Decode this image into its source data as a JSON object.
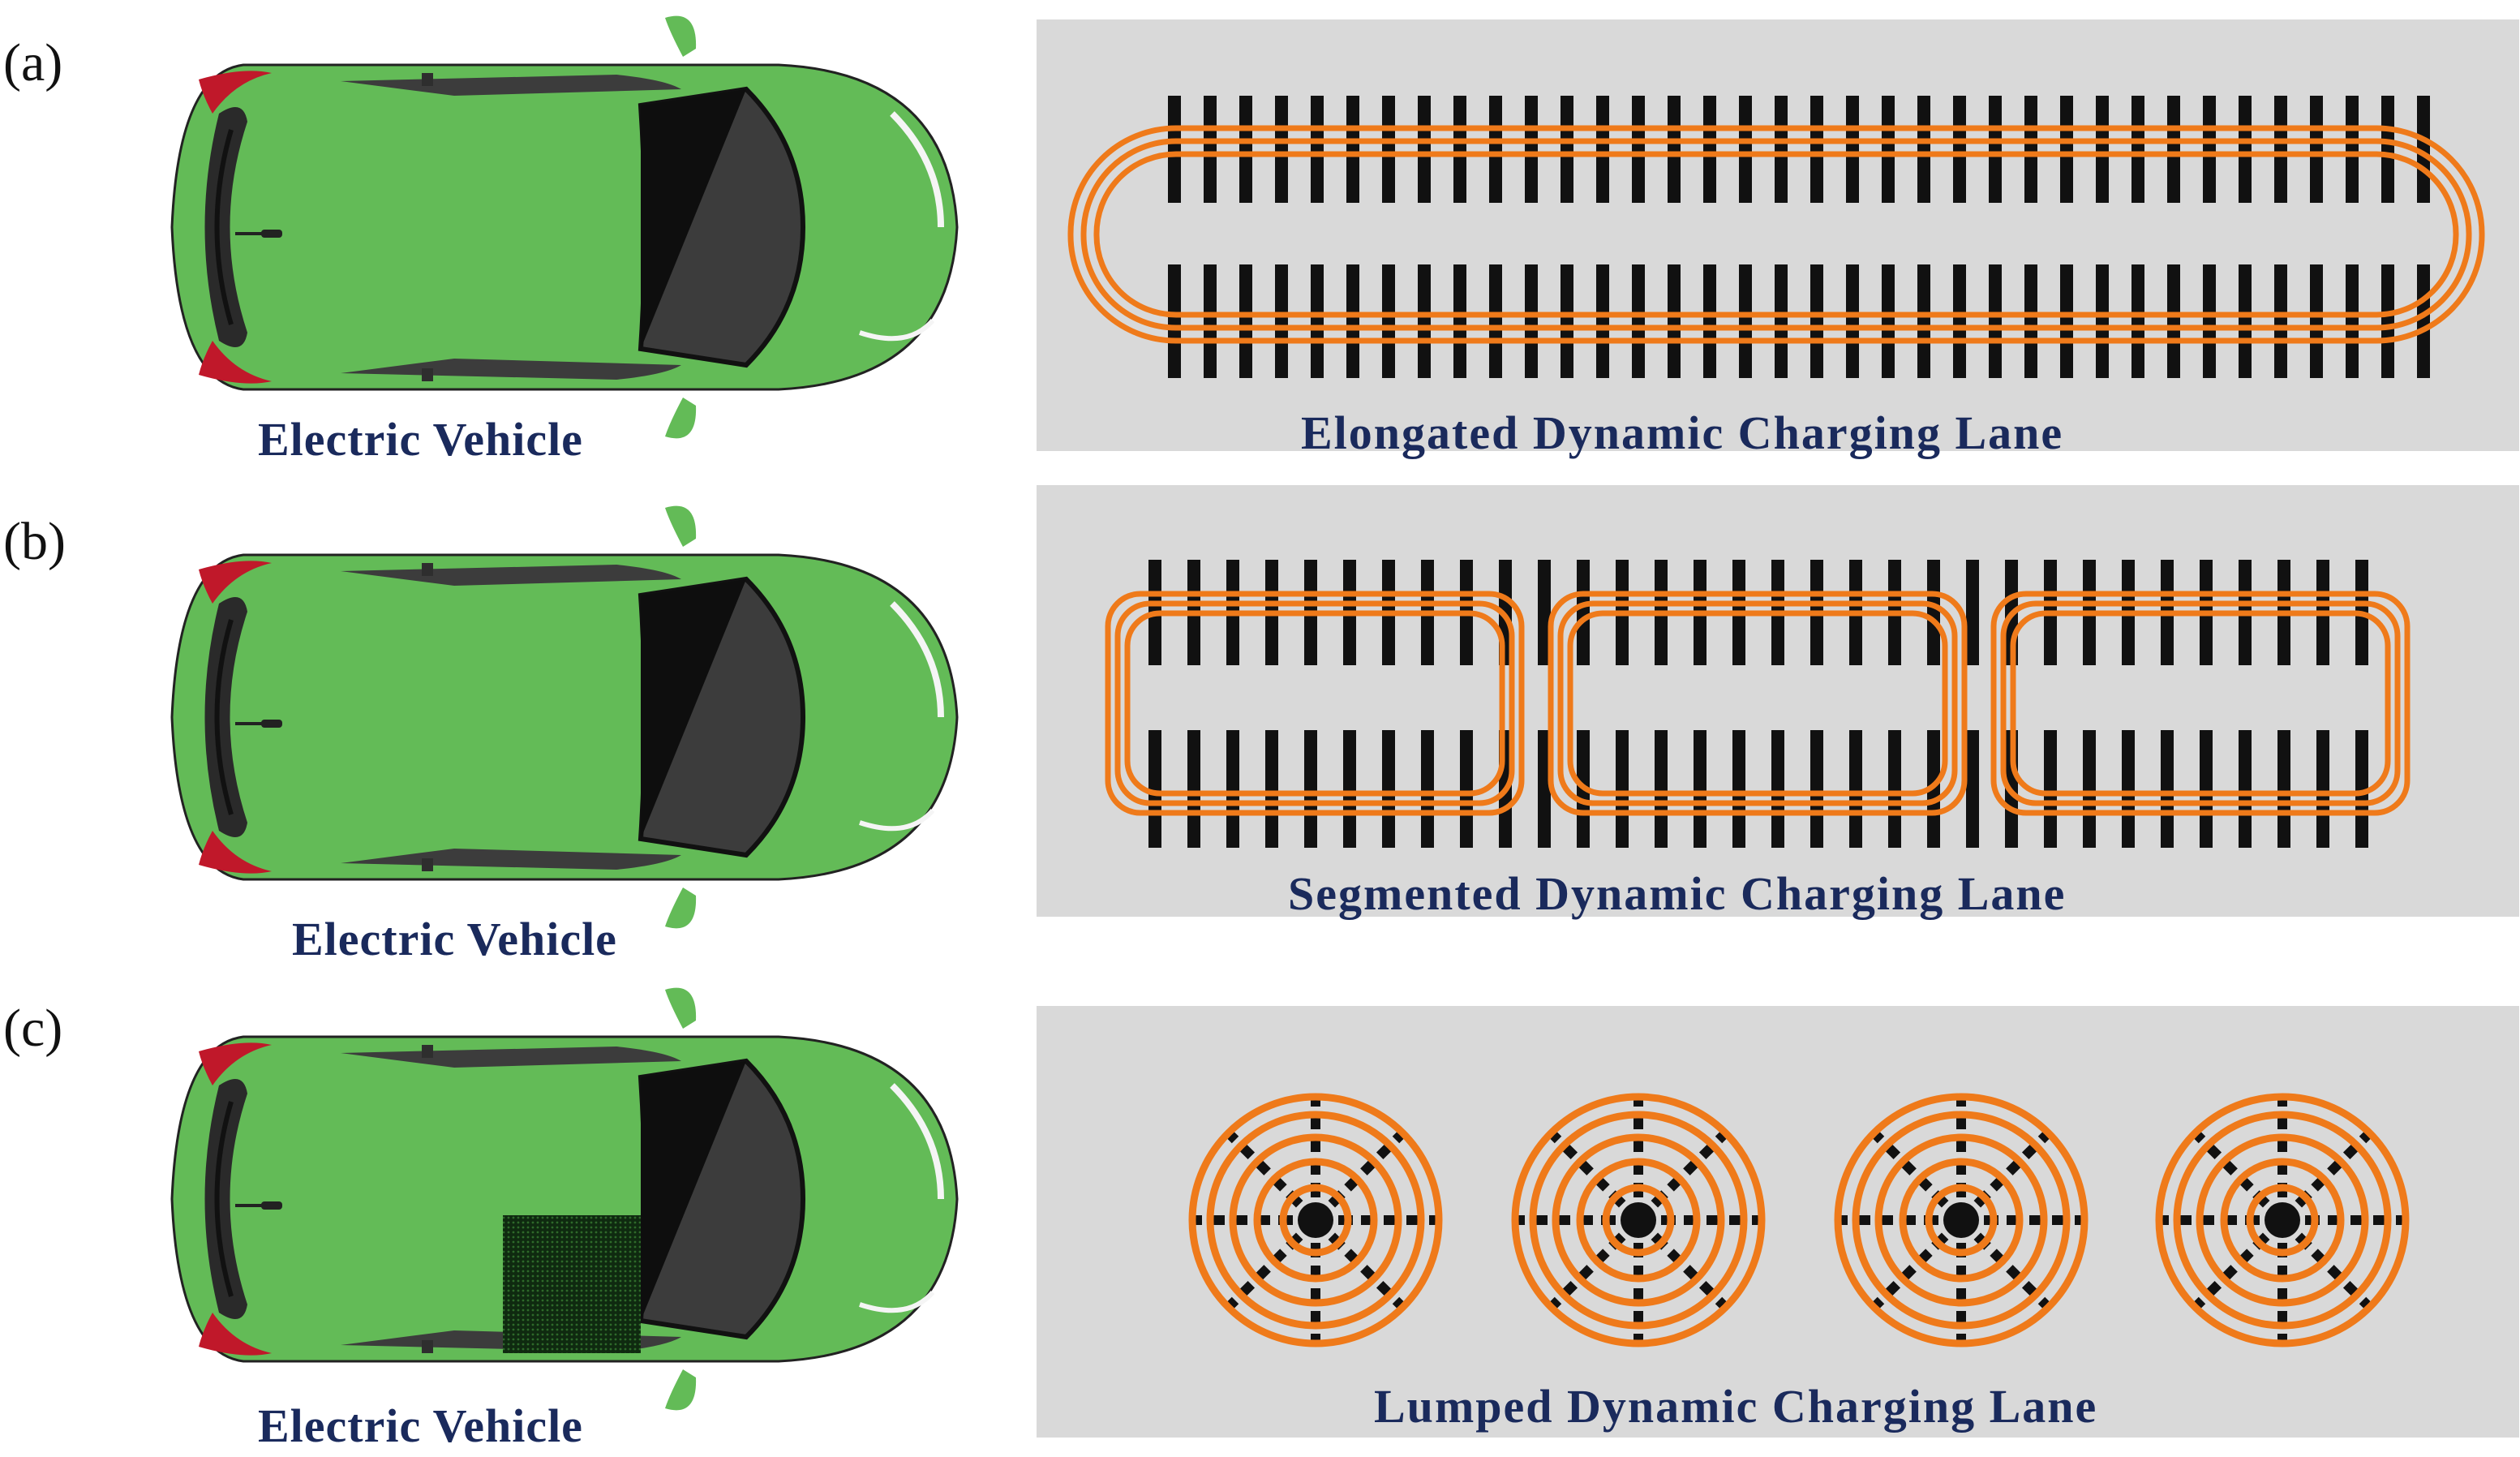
{
  "panels": [
    {
      "label": "(a)",
      "vehicle_label": "Electric Vehicle",
      "lane_label": "Elongated Dynamic Charging Lane"
    },
    {
      "label": "(b)",
      "vehicle_label": "Electric Vehicle",
      "lane_label": "Segmented Dynamic Charging Lane"
    },
    {
      "label": "(c)",
      "vehicle_label": "Electric Vehicle",
      "lane_label": "Lumped Dynamic Charging Lane"
    }
  ],
  "colors": {
    "car_body": "#63bb57",
    "taillight": "#c0182a",
    "glass": "#3c3c3c",
    "coil": "#ef7a1a",
    "ferrite": "#111111",
    "lane": "#d9d9d9",
    "text": "#1a2a5c"
  }
}
